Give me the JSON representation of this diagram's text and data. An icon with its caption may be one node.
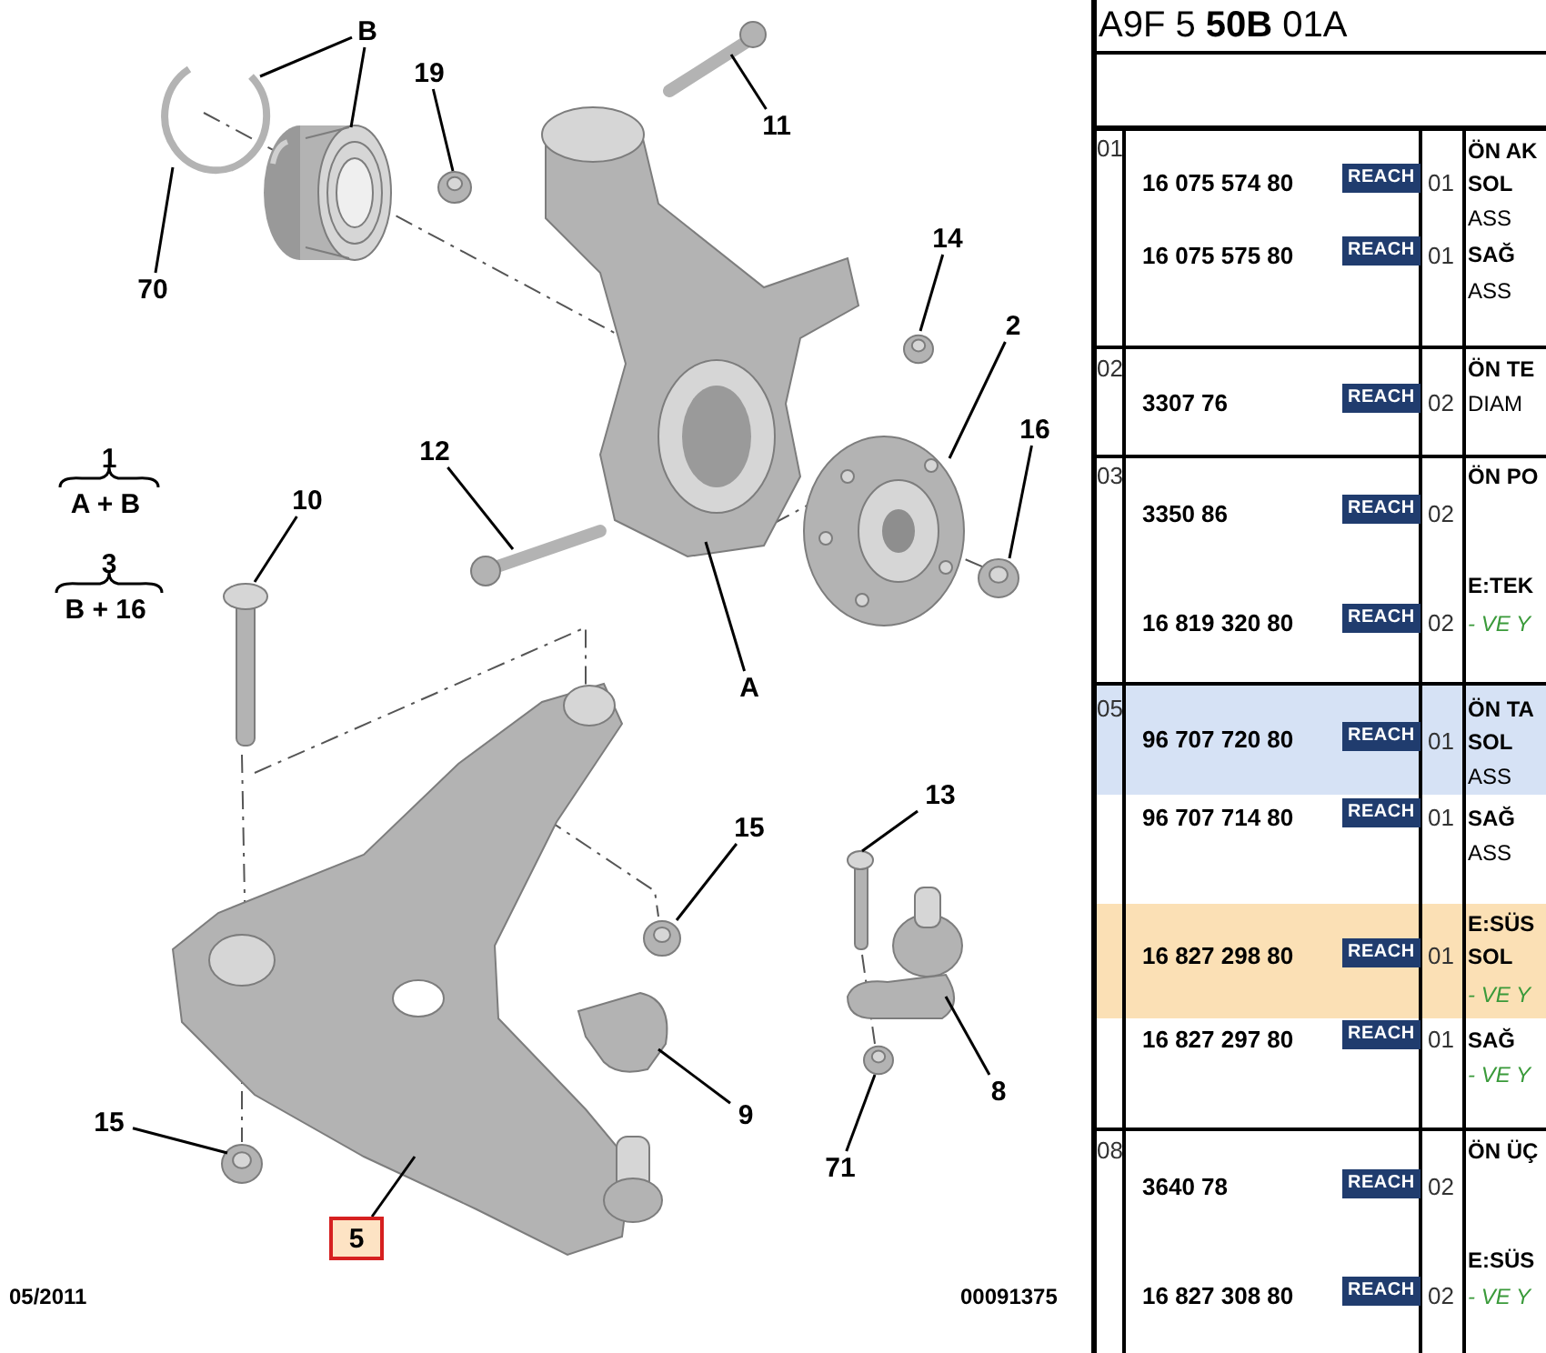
{
  "diagram": {
    "title": "A9F 5 **50B** 01A",
    "nodes": [
      {
        "text": [
          "B"
        ]
      },
      {
        "text": [
          "19"
        ]
      },
      {
        "text": [
          "11"
        ]
      },
      {
        "text": [
          "70"
        ]
      },
      {
        "text": [
          "14"
        ]
      },
      {
        "text": [
          "2"
        ]
      },
      {
        "text": [
          "12"
        ]
      },
      {
        "text": [
          "16"
        ]
      },
      {
        "text": [
          "10"
        ]
      },
      {
        "text": [
          "A"
        ]
      },
      {
        "text": [
          "13"
        ]
      },
      {
        "text": [
          "15"
        ]
      },
      {
        "text": [
          "9"
        ]
      },
      {
        "text": [
          "8"
        ]
      },
      {
        "text": [
          "15"
        ]
      },
      {
        "text": [
          "71"
        ]
      },
      {
        "text": [
          "5"
        ]
      },
      {
        "text": [],
        "shape": "picture"
      },
      {
        "text": [],
        "shape": "picture"
      },
      {
        "text": [],
        "shape": "picture"
      },
      {
        "text": [],
        "shape": "picture"
      },
      {
        "text": [],
        "shape": "picture"
      },
      {
        "text": [],
        "shape": "picture"
      },
      {
        "text": [],
        "shape": "picture"
      },
      {
        "text": [],
        "shape": "picture"
      },
      {
        "text": [],
        "shape": "picture"
      },
      {
        "text": [],
        "shape": "picture"
      },
      {
        "text": [],
        "shape": "picture"
      },
      {
        "text": [],
        "shape": "picture"
      },
      {
        "text": [],
        "shape": "picture"
      },
      {
        "text": [],
        "shape": "picture"
      },
      {
        "text": [],
        "shape": "picture"
      },
      {
        "text": [],
        "shape": "picture"
      },
      {
        "text": [],
        "shape": "picture"
      }
    ],
    "edges": [
      {
        "from": 0,
        "to": 17,
        "arrow": "none"
      },
      {
        "from": 0,
        "to": 18,
        "arrow": "none"
      },
      {
        "from": 1,
        "to": 19,
        "arrow": "none"
      },
      {
        "from": 2,
        "to": 20,
        "arrow": "none"
      },
      {
        "from": 3,
        "to": 17,
        "arrow": "none"
      },
      {
        "from": 4,
        "to": 22,
        "arrow": "none"
      },
      {
        "from": 5,
        "to": 23,
        "arrow": "none"
      },
      {
        "from": 6,
        "to": 24,
        "arrow": "none"
      },
      {
        "from": 7,
        "to": 25,
        "arrow": "none"
      },
      {
        "from": 8,
        "to": 26,
        "arrow": "none"
      },
      {
        "from": 9,
        "to": 21,
        "arrow": "none"
      },
      {
        "from": 10,
        "to": 29,
        "arrow": "none"
      },
      {
        "from": 11,
        "to": 28,
        "arrow": "none"
      },
      {
        "from": 12,
        "to": 31,
        "arrow": "none"
      },
      {
        "from": 13,
        "to": 30,
        "arrow": "none"
      },
      {
        "from": 14,
        "to": 33,
        "arrow": "none"
      },
      {
        "from": 15,
        "to": 32,
        "arrow": "none"
      },
      {
        "from": 16,
        "to": 27,
        "arrow": "none"
      }
    ],
    "labels": [
      "1",
      "A + B",
      "3",
      "B + 16",
      "05/2011",
      "00091375",
      "01",
      "ÖN AK",
      "16 075 574 80",
      "REACH",
      "01",
      "SOL",
      "ASS",
      "16 075 575 80",
      "REACH",
      "01",
      "SAĞ",
      "ASS",
      "02",
      "ÖN TE",
      "3307 76",
      "REACH",
      "02",
      "DIAM",
      "03",
      "ÖN PO",
      "3350 86",
      "REACH",
      "02",
      "E:TEK",
      "16 819 320 80",
      "REACH",
      "02",
      "- VE Y",
      "05",
      "ÖN TA",
      "96 707 720 80",
      "REACH",
      "01",
      "SOL",
      "ASS",
      "96 707 714 80",
      "REACH",
      "01",
      "SAĞ",
      "ASS",
      "E:SÜS",
      "16 827 298 80",
      "REACH",
      "01",
      "SOL",
      "- VE Y",
      "16 827 297 80",
      "REACH",
      "01",
      "SAĞ",
      "- VE Y",
      "08",
      "ÖN ÜÇ",
      "3640 78",
      "REACH",
      "02",
      "E:SÜS",
      "16 827 308 80",
      "REACH",
      "02",
      "- VE Y"
    ]
  }
}
